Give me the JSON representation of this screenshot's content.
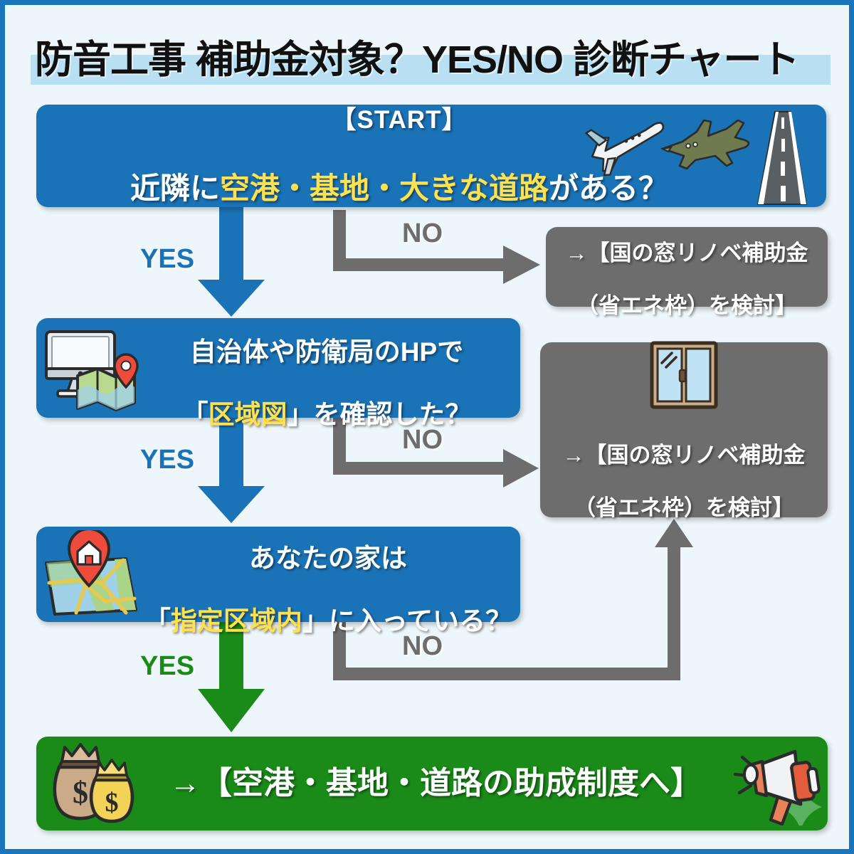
{
  "page": {
    "title": "防音工事 補助金対象？YES/NO 診断チャート",
    "frame_color": "#1976bd",
    "background_color": "#edf6fa",
    "title_band_color": "#b9dff2"
  },
  "colors": {
    "blue_node": "#1a73b7",
    "gray_node": "#6d6d6d",
    "green_node": "#1a8a19",
    "highlight_text": "#ffe14d",
    "node_text": "#ffffff"
  },
  "nodes": {
    "start": {
      "label": "【START】",
      "question_prefix": "近隣に",
      "question_highlight": "空港・基地・大きな道路",
      "question_suffix": "がある？",
      "icons": [
        "airplane-icon",
        "fighter-jet-icon",
        "road-icon"
      ]
    },
    "check_zone_map": {
      "line1": "自治体や防衛局のHPで",
      "line2_open": "「",
      "line2_highlight": "区域図",
      "line2_close": "」を確認した？",
      "icon": "monitor-map-icon"
    },
    "in_designated_area": {
      "line1": "あなたの家は",
      "line2_open": "「",
      "line2_highlight": "指定区域内",
      "line2_close": "」に入っている？",
      "icon": "map-house-pin-icon"
    },
    "result_window_subsidy_1": {
      "line1": "→【国の窓リノベ補助金",
      "line2": "（省エネ枠）を検討】"
    },
    "result_window_subsidy_2": {
      "line1": "→【国の窓リノベ補助金",
      "line2": "（省エネ枠）を検討】",
      "icon": "window-icon"
    },
    "result_airport_subsidy": {
      "text": "→【空港・基地・道路の助成制度へ】",
      "icon_left": "money-bags-icon",
      "icon_right": "megaphone-icon"
    }
  },
  "edges": {
    "yes1": "YES",
    "no1": "NO",
    "yes2": "YES",
    "no2": "NO",
    "yes3": "YES",
    "no3": "NO"
  }
}
